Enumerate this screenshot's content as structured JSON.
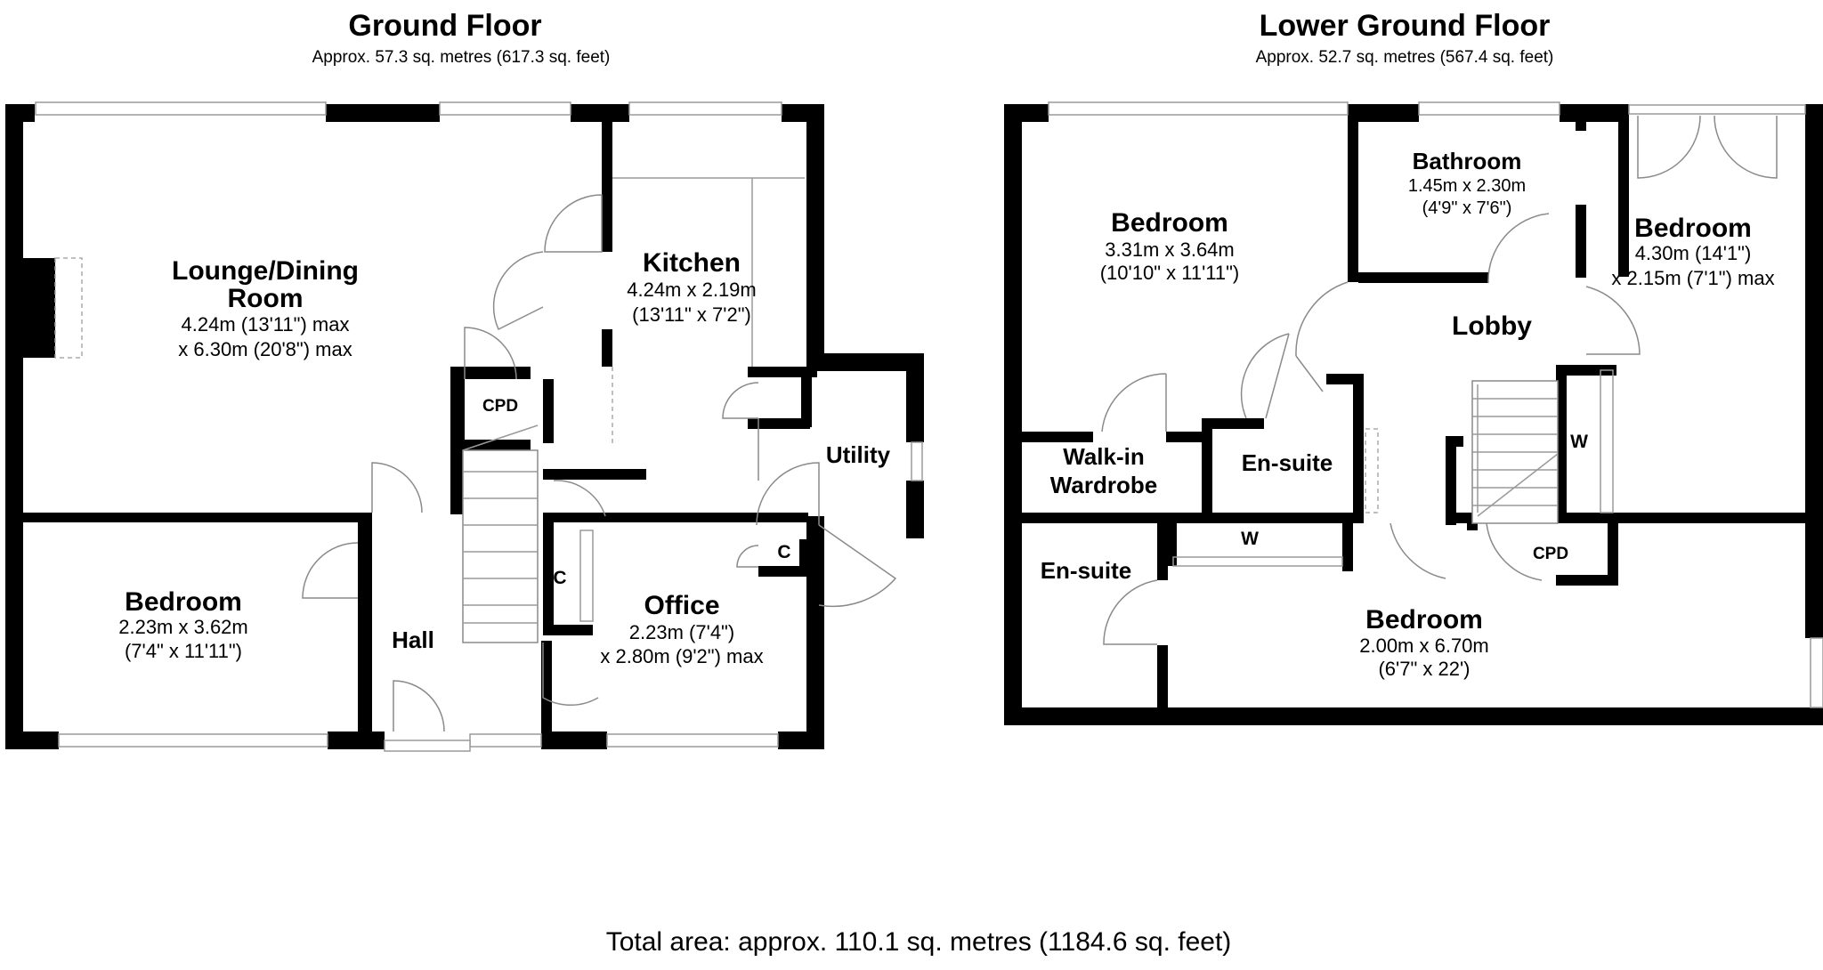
{
  "floors": {
    "ground": {
      "title": "Ground Floor",
      "area": "Approx. 57.3 sq. metres (617.3 sq. feet)",
      "rooms": {
        "lounge": {
          "name1": "Lounge/Dining",
          "name2": "Room",
          "dim1": "4.24m (13'11\") max",
          "dim2": "x 6.30m (20'8\") max"
        },
        "kitchen": {
          "name": "Kitchen",
          "dim1": "4.24m x 2.19m",
          "dim2": "(13'11\" x 7'2\")"
        },
        "cpd": {
          "name": "CPD"
        },
        "utility": {
          "name": "Utility"
        },
        "bedroom": {
          "name": "Bedroom",
          "dim1": "2.23m x 3.62m",
          "dim2": "(7'4\" x 11'11\")"
        },
        "hall": {
          "name": "Hall"
        },
        "office": {
          "name": "Office",
          "dim1": "2.23m (7'4\")",
          "dim2": "x 2.80m (9'2\") max"
        },
        "cupboard_1": {
          "name": "C"
        },
        "cupboard_2": {
          "name": "C"
        }
      }
    },
    "lower": {
      "title": "Lower Ground Floor",
      "area": "Approx. 52.7 sq. metres (567.4 sq. feet)",
      "rooms": {
        "bedroom_1": {
          "name": "Bedroom",
          "dim1": "3.31m x 3.64m",
          "dim2": "(10'10\" x 11'11\")"
        },
        "bathroom": {
          "name": "Bathroom",
          "dim1": "1.45m x 2.30m",
          "dim2": "(4'9\" x 7'6\")"
        },
        "bedroom_2": {
          "name": "Bedroom",
          "dim1": "4.30m (14'1\")",
          "dim2": "x 2.15m (7'1\") max"
        },
        "lobby": {
          "name": "Lobby"
        },
        "walkin": {
          "name1": "Walk-in",
          "name2": "Wardrobe"
        },
        "ensuite_1": {
          "name": "En-suite"
        },
        "wardrobe_1": {
          "name": "W"
        },
        "ensuite_2": {
          "name": "En-suite"
        },
        "wardrobe_2": {
          "name": "W"
        },
        "cpd": {
          "name": "CPD"
        },
        "bedroom_3": {
          "name": "Bedroom",
          "dim1": "2.00m x 6.70m",
          "dim2": "(6'7\" x 22')"
        }
      }
    }
  },
  "total_area": "Total area: approx. 110.1 sq. metres (1184.6 sq. feet)"
}
